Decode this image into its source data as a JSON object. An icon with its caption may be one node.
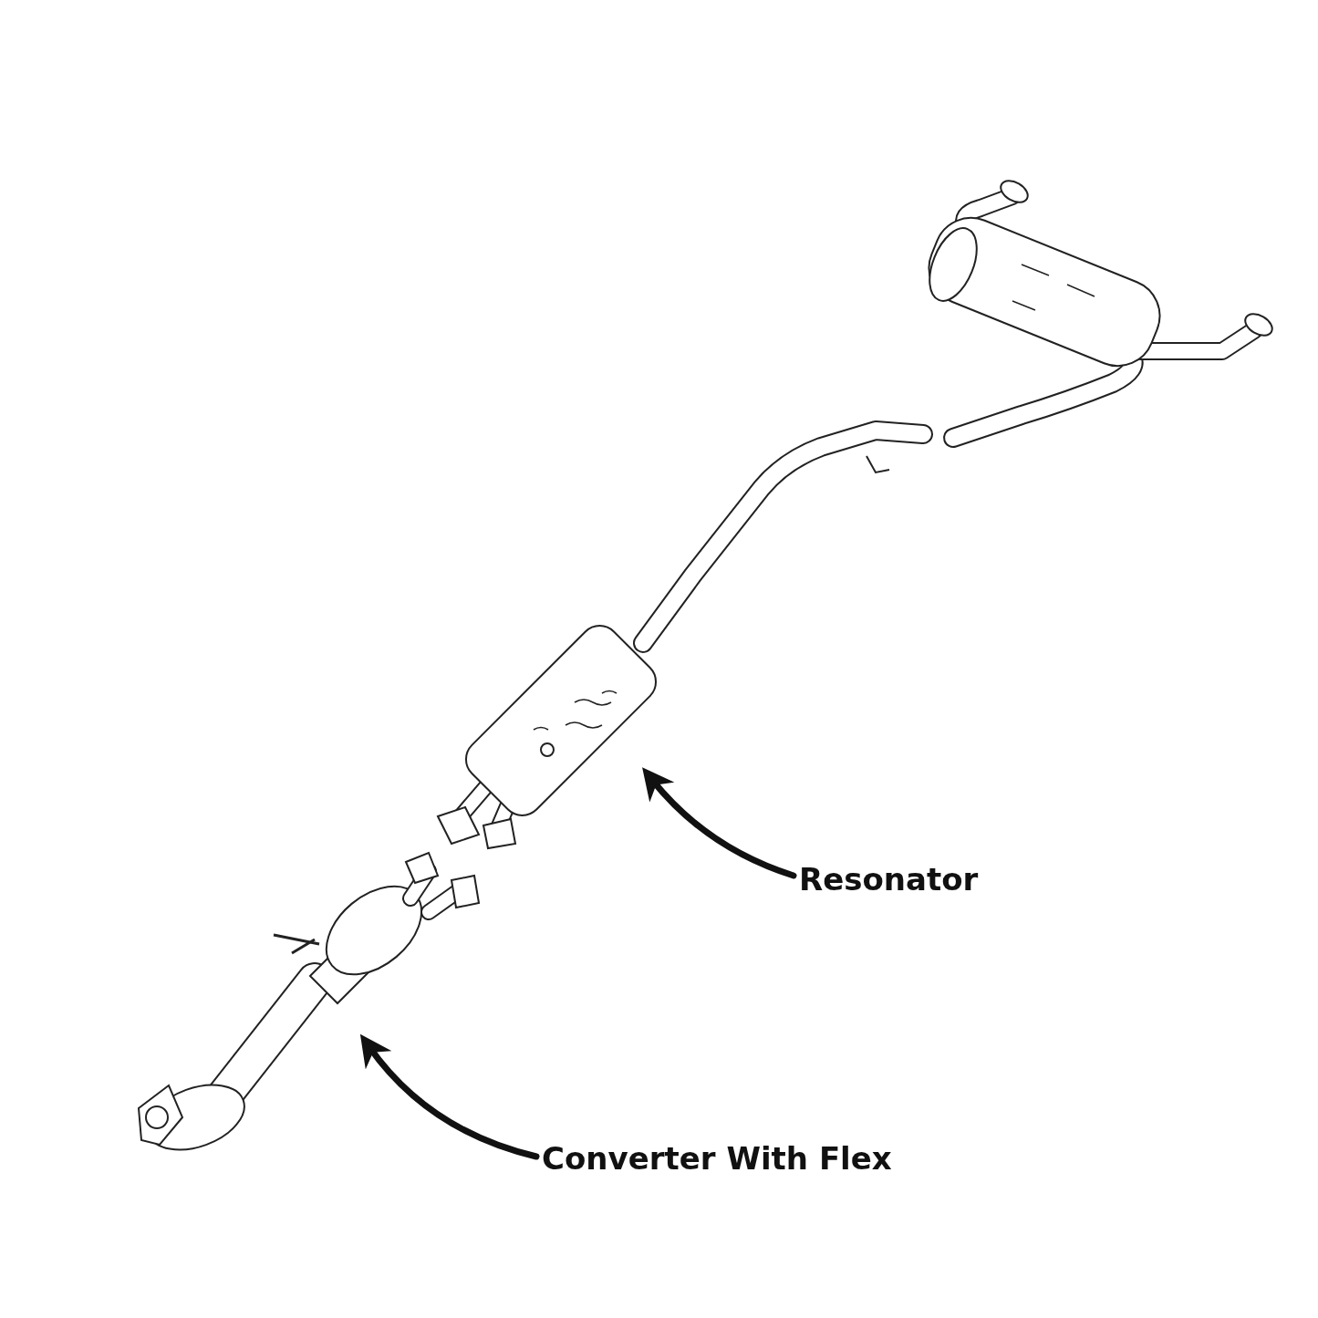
{
  "diagram": {
    "nodes": [
      {
        "text": [
          "Resonator"
        ]
      },
      {
        "text": [],
        "shape": "picture"
      },
      {
        "text": [
          "Converter With Flex"
        ]
      },
      {
        "text": [],
        "shape": "picture"
      }
    ],
    "edges": [
      {
        "from": 0,
        "to": 1,
        "arrow": "to"
      },
      {
        "from": 2,
        "to": 3,
        "arrow": "to"
      }
    ]
  }
}
